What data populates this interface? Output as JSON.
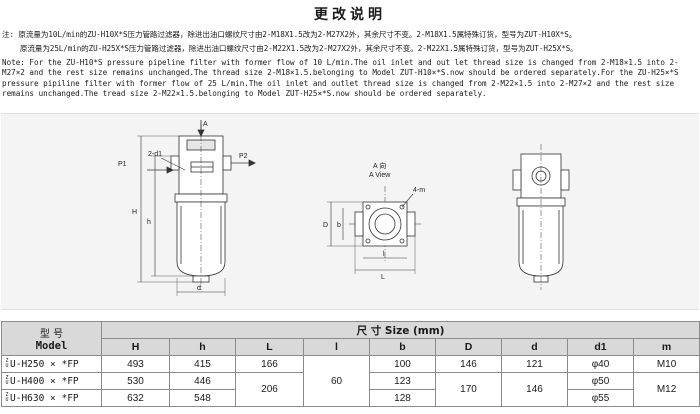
{
  "title": "更改说明",
  "notes_cn": [
    "注: 原流量为10L/min的ZU-H10X*S压力管路过滤器，除进出油口螺纹尺寸由2-M18X1.5改为2-M27X2外，其余尺寸不变。2-M18X1.5属特殊订货，型号为ZUT-H10X*S。",
    "    原流量为25L/min的ZU-H25X*S压力管路过滤器，除进出油口螺纹尺寸由2-M22X1.5改为2-M27X2外，其余尺寸不变。2-M22X1.5属特殊订货，型号为ZUT-H25X*S。"
  ],
  "note_en": "Note: For the ZU-H10*S pressure pipeline filter with former flow of 10 L/min.The oil inlet and out let thread size is changed from 2-M18×1.5 into 2-M27×2 and the rest size remains unchanged.The thread size 2-M18×1.5.belonging to Model ZUT-H10×*S.now should be ordered separately.For the ZU-H25×*S pressure pipiline filter with former flow of 25 L/min.The oil inlet and outlet thread size is changed from 2-M22×1.5 into 2-M27×2 and the rest size remains unchanged.The tread size 2-M22×1.5.belonging to Model ZUT-H25×*S.now should be ordered separately.",
  "drawing": {
    "label_A": "A",
    "label_P1": "P1",
    "label_P2": "P2",
    "label_d1": "2-d1",
    "label_H": "H",
    "label_h": "h",
    "label_d": "d",
    "label_view_cn": "A 向",
    "label_view_en": "A View",
    "label_holes": "4-m",
    "label_D": "D",
    "label_b": "b",
    "label_L": "L",
    "label_l": "l"
  },
  "table": {
    "model_header_cn": "型  号",
    "model_header_en": "Model",
    "dims_header": "尺   寸  Size (mm)",
    "columns": [
      "H",
      "h",
      "L",
      "l",
      "b",
      "D",
      "d",
      "d1",
      "m"
    ],
    "zu_prefix": [
      "Z",
      "U"
    ],
    "rows": [
      {
        "model": "U-H250 × *FP",
        "H": "493",
        "h": "415",
        "b": "100",
        "d1": "φ40",
        "D": "146",
        "d": "121",
        "m": "M10"
      },
      {
        "model": "U-H400 × *FP",
        "H": "530",
        "h": "446",
        "b": "123",
        "d1": "φ50"
      },
      {
        "model": "U-H630 × *FP",
        "H": "632",
        "h": "548",
        "b": "128",
        "d1": "φ55"
      }
    ],
    "L_first": "166",
    "L_merged": "206",
    "l_merged": "60",
    "D_merged": "170",
    "d_merged": "146",
    "m_merged": "M12"
  }
}
